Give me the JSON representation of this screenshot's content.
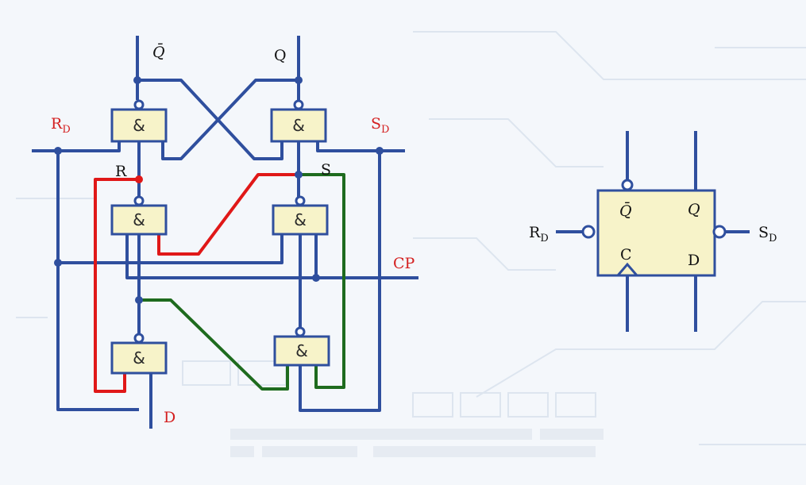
{
  "circuit": {
    "gate_symbol": "&",
    "labels": {
      "qbar": "Q̄",
      "q": "Q",
      "rd_main": "R",
      "rd_sub": "D",
      "sd_main": "S",
      "sd_sub": "D",
      "r": "R",
      "s": "S",
      "cp": "CP",
      "d": "D"
    }
  },
  "symbol": {
    "qbar": "Q̄",
    "q": "Q",
    "c": "C",
    "d": "D",
    "rd_main": "R",
    "rd_sub": "D",
    "sd_main": "S",
    "sd_sub": "D"
  },
  "colors": {
    "wire_blue": "#2f4f9e",
    "wire_red": "#e01818",
    "wire_green": "#1e6b1e",
    "gate_fill": "#f7f3c9",
    "label_red": "#d42020",
    "background": "#f4f7fb"
  }
}
